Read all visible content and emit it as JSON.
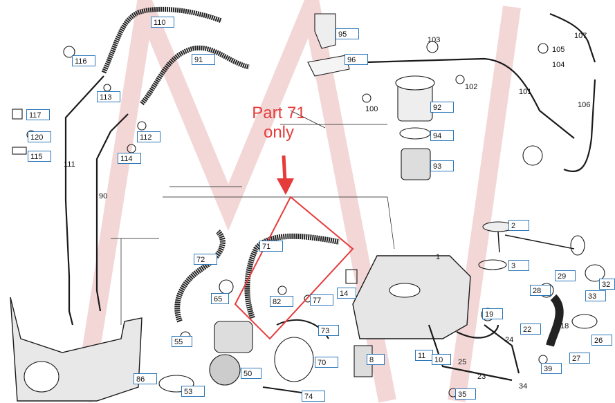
{
  "callout": {
    "line1": "Part 71",
    "line2": "only"
  },
  "labels": {
    "p110": "110",
    "p116": "116",
    "p113": "113",
    "p91": "91",
    "p117": "117",
    "p120": "120",
    "p115": "115",
    "p112": "112",
    "p114": "114",
    "p95": "95",
    "p96": "96",
    "p103": "103",
    "p105": "105",
    "p104": "104",
    "p107": "107",
    "p102": "102",
    "p100": "100",
    "p92": "92",
    "p94": "94",
    "p93": "93",
    "p2": "2",
    "p3": "3",
    "p72": "72",
    "p65": "65",
    "p71": "71",
    "p82": "82",
    "p77": "77",
    "p14": "14",
    "p29": "29",
    "p32": "32",
    "p28": "28",
    "p33": "33",
    "p19": "19",
    "p22": "22",
    "p26": "26",
    "p27": "27",
    "p55": "55",
    "p73": "73",
    "p70": "70",
    "p8": "8",
    "p11": "11",
    "p10": "10",
    "p39": "39",
    "p86": "86",
    "p50": "50",
    "p53": "53",
    "p74": "74",
    "p35": "35"
  },
  "plain": {
    "t111": "111",
    "t90": "90",
    "t101": "101",
    "t106": "106",
    "t1": "1",
    "t18": "18",
    "t24": "24",
    "t25": "25",
    "t23": "23",
    "t34": "34"
  }
}
